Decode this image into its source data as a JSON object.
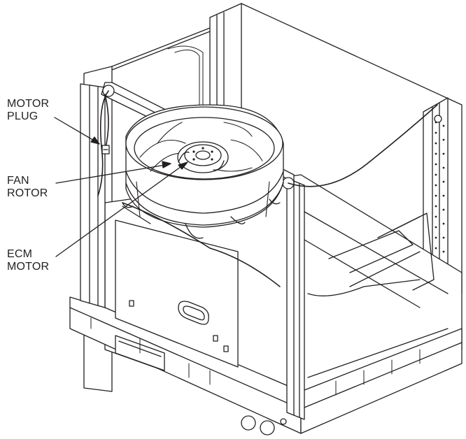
{
  "labels": {
    "motor_plug": {
      "line1": "MOTOR",
      "line2": "PLUG"
    },
    "fan_rotor": {
      "line1": "FAN",
      "line2": "ROTOR"
    },
    "ecm_motor": {
      "line1": "ECM",
      "line2": "MOTOR"
    }
  },
  "colors": {
    "line": "#231f20",
    "fill": "#ffffff",
    "shade": "#e6e6e6"
  }
}
